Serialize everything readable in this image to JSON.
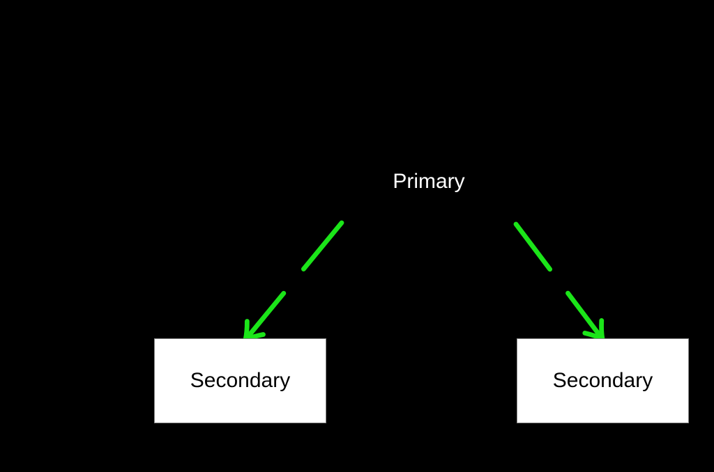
{
  "canvas": {
    "background": "#000000"
  },
  "primary_node": {
    "label": "Primary",
    "text_color": "#ffffff"
  },
  "secondary_nodes": [
    {
      "label": "Secondary"
    },
    {
      "label": "Secondary"
    }
  ],
  "secondary_style": {
    "fill": "#ffffff",
    "text_color": "#000000",
    "border_color": "#888888"
  },
  "arrows": {
    "color": "#1be519",
    "style": "dashed",
    "items": [
      {
        "from": "primary",
        "to": "secondary-left"
      },
      {
        "from": "primary",
        "to": "secondary-right"
      }
    ]
  }
}
